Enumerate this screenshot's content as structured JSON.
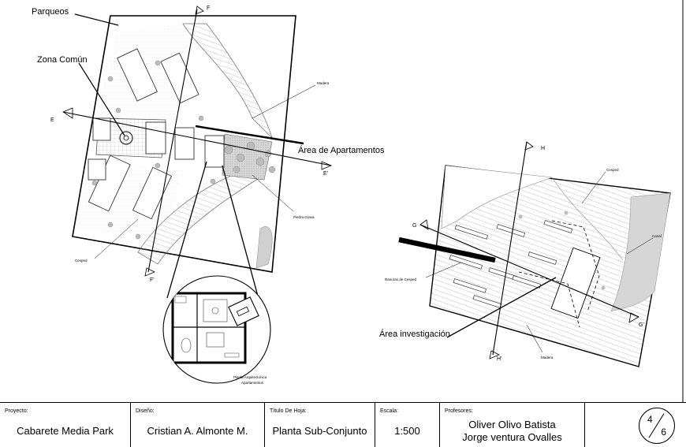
{
  "labels": {
    "parqueos": "Parqueos",
    "zona_comun": "Zona Común",
    "area_apartamentos": "Área de Apartamentos",
    "area_investigacion": "Área investigación",
    "madera1": "Madera",
    "madera2": "Madera",
    "cesped1": "Cesped",
    "cesped2": "Cesped",
    "piedra_grava": "Piedra Grava",
    "canal": "Canal",
    "ranuras": "Ranuras de Cesped",
    "planta_l1": "Planta Arquitectonica",
    "planta_l2": "Apartamentos"
  },
  "section_marks": {
    "E": "E",
    "E2": "E'",
    "F": "F",
    "F2": "F'",
    "G": "G",
    "G2": "G'",
    "H": "H",
    "H2": "H'"
  },
  "title_block": {
    "proyecto_label": "Proyecto:",
    "proyecto": "Cabarete Media Park",
    "diseno_label": "Diseño:",
    "diseno": "Cristian A. Almonte M.",
    "titulo_label": "Título De Hoja:",
    "titulo": "Planta Sub-Conjunto",
    "escala_label": "Escala:",
    "escala": "1:500",
    "profesores_label": "Profesores:",
    "profesor1": "Oliver Olivo Batista",
    "profesor2": "Jorge ventura Ovalles",
    "sheet_num": "4",
    "sheet_total": "6"
  }
}
